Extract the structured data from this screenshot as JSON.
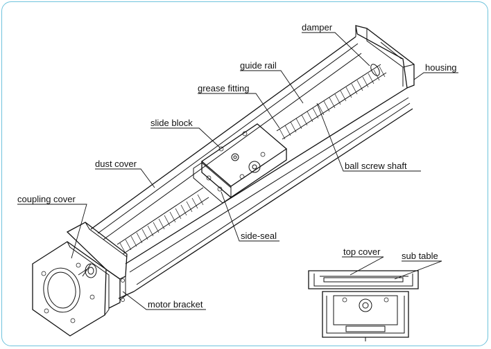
{
  "labels": {
    "damper": "damper",
    "housing": "housing",
    "guide_rail": "guide rail",
    "grease_fitting": "grease fitting",
    "slide_block": "slide block",
    "ball_screw_shaft": "ball screw shaft",
    "dust_cover": "dust cover",
    "coupling_cover": "coupling cover",
    "side_seal": "side-seal",
    "motor_bracket": "motor bracket",
    "top_cover": "top cover",
    "sub_table": "sub table"
  }
}
